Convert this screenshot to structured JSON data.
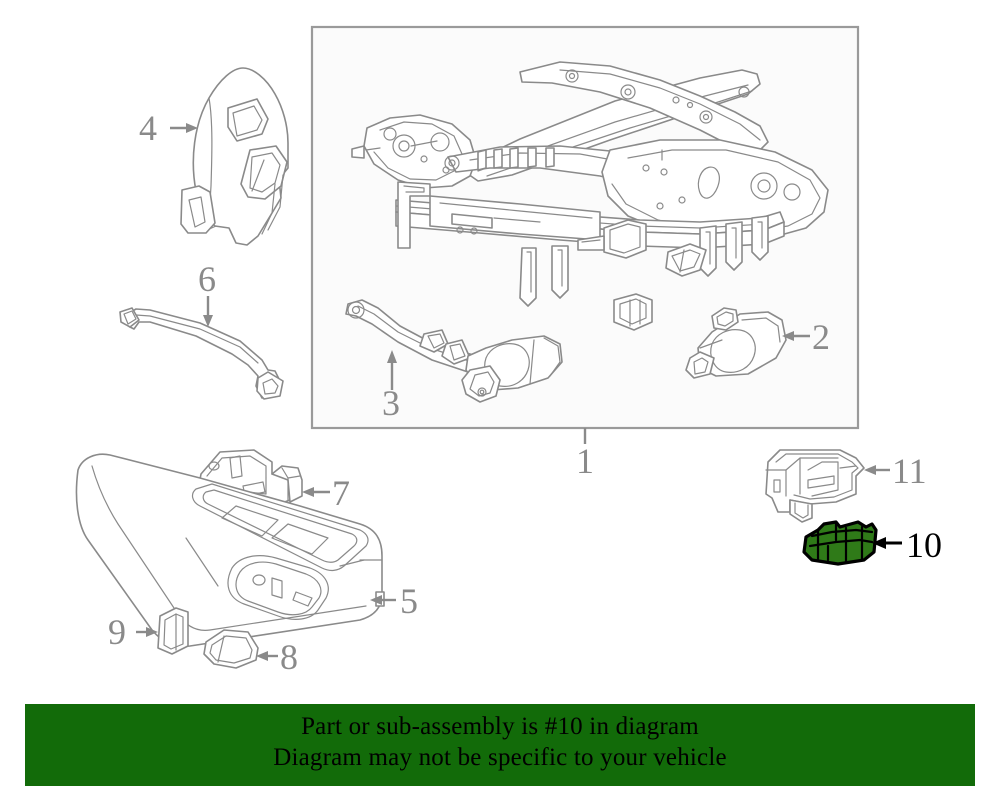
{
  "page": {
    "background_color": "#ffffff",
    "line_color": "#8a8a8a",
    "highlight_color": "#2f7a18",
    "highlight_stroke": "#000000",
    "label_color": "#8a8a8a",
    "highlight_label_color": "#000000"
  },
  "diagram": {
    "title_box": {
      "label": "1",
      "border_color": "#9a9a9a",
      "fill_color": "#fbfbfb"
    },
    "callouts": [
      {
        "id": "callout-4",
        "label": "4",
        "arrow": "right",
        "part": "seat-side-trim-panel-upper"
      },
      {
        "id": "callout-6",
        "label": "6",
        "arrow": "down",
        "part": "wiring-harness"
      },
      {
        "id": "callout-3",
        "label": "3",
        "arrow": "up",
        "part": "recliner-actuator-rod"
      },
      {
        "id": "callout-1",
        "label": "1",
        "arrow": "none",
        "part": "seat-track-frame-assembly"
      },
      {
        "id": "callout-2",
        "label": "2",
        "arrow": "left",
        "part": "seat-adjuster-motor"
      },
      {
        "id": "callout-7",
        "label": "7",
        "arrow": "left",
        "part": "mounting-bracket"
      },
      {
        "id": "callout-5",
        "label": "5",
        "arrow": "left",
        "part": "seat-side-trim-panel"
      },
      {
        "id": "callout-9",
        "label": "9",
        "arrow": "right",
        "part": "switch-knob-small"
      },
      {
        "id": "callout-8",
        "label": "8",
        "arrow": "left",
        "part": "switch-knob"
      },
      {
        "id": "callout-11",
        "label": "11",
        "arrow": "left",
        "part": "module-bracket"
      },
      {
        "id": "callout-10",
        "label": "10",
        "arrow": "left",
        "part": "seat-control-module",
        "highlighted": true
      }
    ]
  },
  "banner": {
    "background_color": "#126B09",
    "line1": "Part or sub-assembly is #10 in diagram",
    "line2": "Diagram may not be specific to your vehicle"
  }
}
